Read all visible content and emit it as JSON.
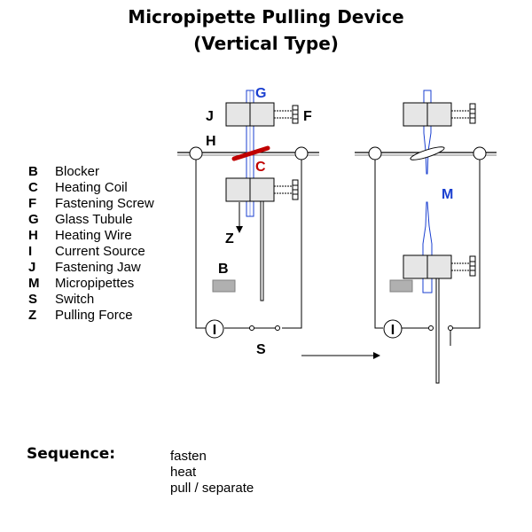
{
  "title": {
    "line1": "Micropipette Pulling Device",
    "line2": "(Vertical Type)"
  },
  "legend": [
    {
      "letter": "B",
      "desc": "Blocker"
    },
    {
      "letter": "C",
      "desc": "Heating Coil"
    },
    {
      "letter": "F",
      "desc": "Fastening Screw"
    },
    {
      "letter": "G",
      "desc": "Glass Tubule"
    },
    {
      "letter": "H",
      "desc": "Heating Wire"
    },
    {
      "letter": "I",
      "desc": "Current Source"
    },
    {
      "letter": "J",
      "desc": "Fastening Jaw"
    },
    {
      "letter": "M",
      "desc": "Micropipettes"
    },
    {
      "letter": "S",
      "desc": "Switch"
    },
    {
      "letter": "Z",
      "desc": "Pulling Force"
    }
  ],
  "labels": {
    "G": "G",
    "J": "J",
    "F": "F",
    "H": "H",
    "C": "C",
    "Z": "Z",
    "B": "B",
    "S": "S",
    "M": "M",
    "I_left": "I",
    "I_right": "I"
  },
  "sequence": {
    "title": "Sequence:",
    "steps": [
      "fasten",
      "heat",
      "pull / separate"
    ]
  },
  "colors": {
    "glass": "#1a3fd0",
    "coil": "#c00000",
    "box": "#e6e6e6",
    "blocker": "#b0b0b0"
  }
}
